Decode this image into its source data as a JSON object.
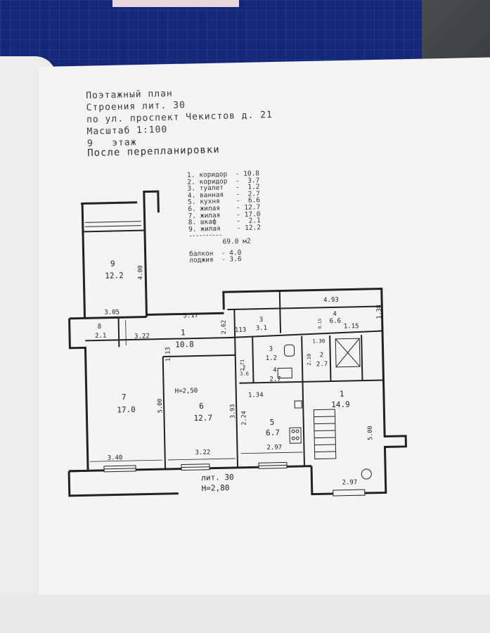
{
  "header": {
    "line1": "Поэтажный план",
    "line2": "Строения лит. 30",
    "line3": "по ул. проспект Чекистов д. 21",
    "line4": "Масштаб 1:100",
    "line5": "9   этаж"
  },
  "subtitle": "После перепланировки",
  "legend": {
    "items": [
      "1. коридор  - 10.8",
      "2. коридор  -  3.7",
      "3. туалет   -  1.2",
      "4. ванная   -  2.7",
      "5. кухня    -  6.6",
      "6. жилая    - 12.7",
      "7. жилая    - 17.0",
      "8. шкаф     -  2.1",
      "9. жилая    - 12.2"
    ],
    "separator": "----------",
    "total": "69.0 м2",
    "balcony": "балкон  - 4.0",
    "loggia": "лоджия  - 3.6"
  },
  "plan": {
    "rooms": {
      "r9_num": "9",
      "r9_area": "12.2",
      "r8_num": "8",
      "r8_area": "2.1",
      "r1_num": "1",
      "r1_area": "10.8",
      "r7_num": "7",
      "r7_area": "17.0",
      "r6_num": "6",
      "r6_area": "12.7",
      "r5_num": "5",
      "r5_area": "6.7",
      "r3top_num": "3",
      "r3top_area": "3.1",
      "r4top_num": "4",
      "r4top_area": "6.6",
      "r3_num": "3",
      "r3_area": "1.2",
      "r4_num": "4",
      "r4_area": "2.7",
      "r2_num": "2",
      "r2_area": "2.7",
      "r2small_num": "2",
      "r2small_area": "3.6",
      "stair_num": "1",
      "stair_area": "14.9",
      "n113": "113"
    },
    "dims": {
      "d305": "3.05",
      "d400": "4.00",
      "d517": "5.17",
      "d262": "2.62",
      "d322a": "3.22",
      "d113": "1.13",
      "d500a": "5.00",
      "d393": "3.93",
      "d224": "2.24",
      "d134": "1.34",
      "d340": "3.40",
      "d322b": "3.22",
      "d297a": "2.97",
      "d493": "4.93",
      "d138": "1.38",
      "d115": "1.15",
      "d015": "0.15",
      "d130": "1.30",
      "d210": "2.10",
      "d271": "2.71",
      "d500b": "5.00",
      "d297b": "2.97"
    },
    "height_room": "H=2,50",
    "lit": "лит. 30",
    "height_building": "H=2,80"
  }
}
